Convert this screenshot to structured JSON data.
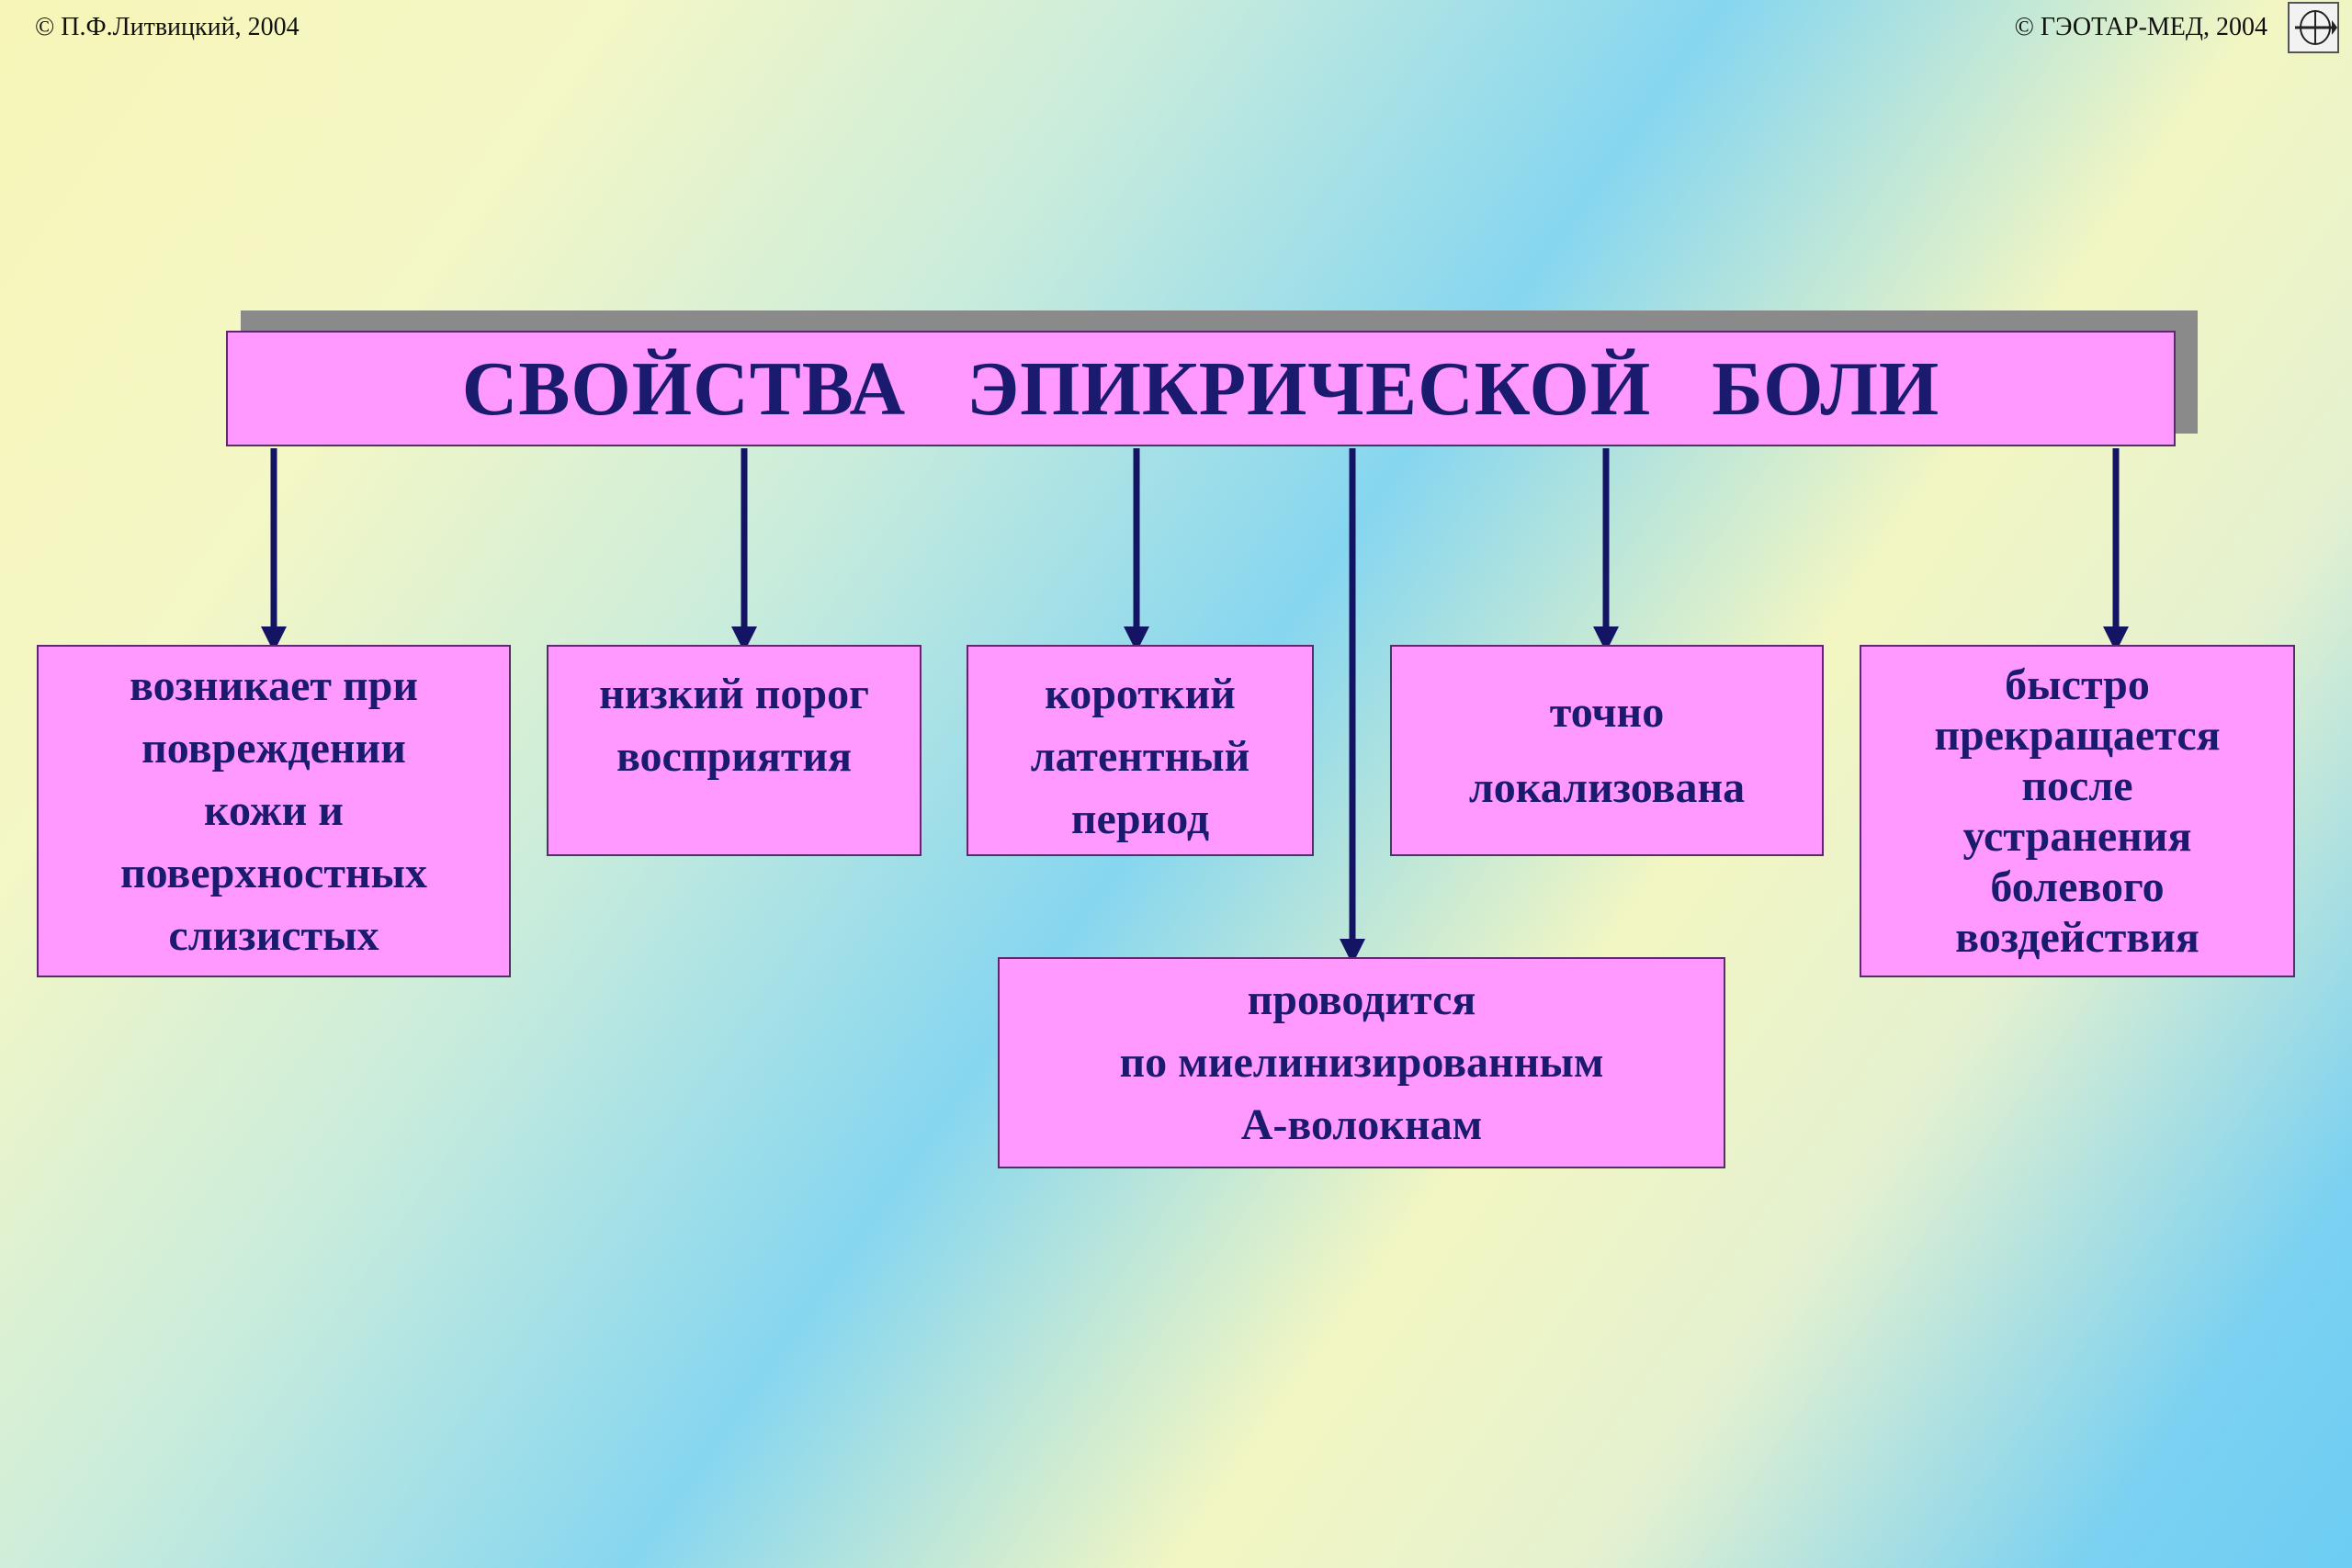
{
  "header": {
    "copyright_left": "© П.Ф.Литвицкий, 2004",
    "copyright_right": "© ГЭОТАР-МЕД, 2004",
    "logo_icon": "geotar-logo-icon"
  },
  "diagram": {
    "title": "СВОЙСТВА   ЭПИКРИЧЕСКОЙ   БОЛИ",
    "properties": [
      "возникает при\nповреждении\nкожи и\nповерхностных\nслизистых",
      "низкий порог\nвосприятия",
      "короткий\nлатентный\nпериод",
      "точно\nлокализована",
      "быстро\nпрекращается\nпосле\nустранения\nболевого\nвоздействия",
      "проводится\nпо миелинизированным\nА-волокнам"
    ]
  },
  "colors": {
    "box_fill": "#ff99ff",
    "text": "#1a1a6e",
    "arrow": "#141464",
    "title_shadow": "#8a8a8a"
  }
}
